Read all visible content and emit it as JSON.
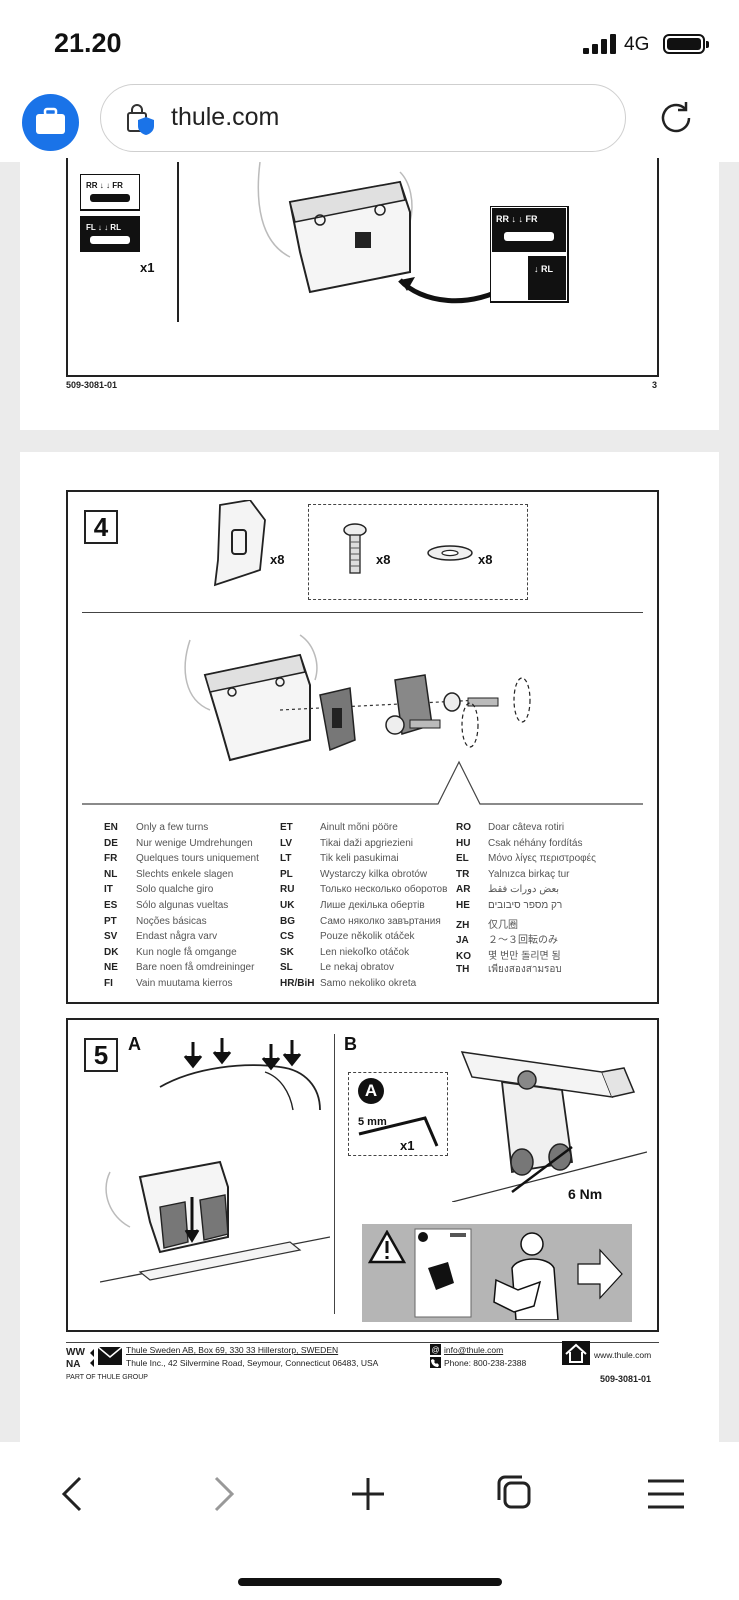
{
  "status_bar": {
    "time": "21.20",
    "network": "4G"
  },
  "browser": {
    "url": "thule.com"
  },
  "page3": {
    "qty_sticker": "x1",
    "doc_number": "509-3081-01",
    "page_number": "3"
  },
  "page4": {
    "step4": {
      "number": "4",
      "parts": [
        {
          "label": "x8"
        },
        {
          "label": "x8"
        },
        {
          "label": "x8"
        }
      ],
      "languages": [
        {
          "code": "EN",
          "text": "Only a few turns"
        },
        {
          "code": "DE",
          "text": "Nur wenige Umdrehungen"
        },
        {
          "code": "FR",
          "text": "Quelques tours uniquement"
        },
        {
          "code": "NL",
          "text": "Slechts enkele slagen"
        },
        {
          "code": "IT",
          "text": "Solo qualche giro"
        },
        {
          "code": "ES",
          "text": "Sólo algunas vueltas"
        },
        {
          "code": "PT",
          "text": "Noções básicas"
        },
        {
          "code": "SV",
          "text": "Endast några varv"
        },
        {
          "code": "DK",
          "text": "Kun nogle få omgange"
        },
        {
          "code": "NE",
          "text": "Bare noen få omdreininger"
        },
        {
          "code": "FI",
          "text": "Vain muutama kierros"
        },
        {
          "code": "ET",
          "text": "Ainult mõni pööre"
        },
        {
          "code": "LV",
          "text": "Tikai daži apgriezieni"
        },
        {
          "code": "LT",
          "text": "Tik keli pasukimai"
        },
        {
          "code": "PL",
          "text": "Wystarczy kilka obrotów"
        },
        {
          "code": "RU",
          "text": "Только несколько оборотов"
        },
        {
          "code": "UK",
          "text": "Лише декілька обертів"
        },
        {
          "code": "BG",
          "text": "Само няколко завъртания"
        },
        {
          "code": "CS",
          "text": "Pouze několik otáček"
        },
        {
          "code": "SK",
          "text": "Len niekoľko otáčok"
        },
        {
          "code": "SL",
          "text": "Le nekaj obratov"
        },
        {
          "code": "HR/BiH",
          "text": "Samo nekoliko okreta"
        },
        {
          "code": "RO",
          "text": "Doar câteva rotiri"
        },
        {
          "code": "HU",
          "text": "Csak néhány fordítás"
        },
        {
          "code": "EL",
          "text": "Μόνο λίγες περιστροφές"
        },
        {
          "code": "TR",
          "text": "Yalnızca birkaç tur"
        },
        {
          "code": "AR",
          "text": "بعض دورات فقط"
        },
        {
          "code": "HE",
          "text": "רק מספר סיבובים"
        },
        {
          "code": "ZH",
          "text": "仅几圈"
        },
        {
          "code": "JA",
          "text": "２～３回転のみ"
        },
        {
          "code": "KO",
          "text": "몇 번만 돌리면 됨"
        },
        {
          "code": "TH",
          "text": "เพียงสองสามรอบ"
        }
      ]
    },
    "step5": {
      "number": "5",
      "panel_a": "A",
      "panel_b": "B",
      "tool_badge": "A",
      "tool_size": "5 mm",
      "tool_qty": "x1",
      "torque": "6 Nm"
    },
    "footer": {
      "region_ww": "WW",
      "region_na": "NA",
      "addr_ww": "Thule Sweden AB, Box 69, 330 33 Hillerstorp, SWEDEN",
      "addr_na": "Thule Inc., 42 Silvermine Road, Seymour, Connecticut 06483, USA",
      "email": "info@thule.com",
      "phone": "Phone: 800-238-2388",
      "website": "www.thule.com",
      "group": "PART OF THULE GROUP",
      "doc_number": "509-3081-01"
    }
  }
}
